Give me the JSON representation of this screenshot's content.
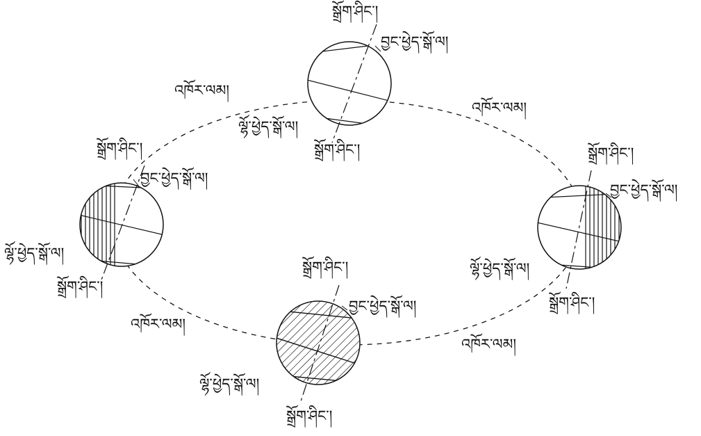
{
  "labels": {
    "axis": "སྒྲོག་ཤིང་།",
    "north_tropic": "བྱང་ཕྱེད་སྒོ་ལ།",
    "south_tropic": "ལྷོ་ཕྱེད་སྒོ་ལ།",
    "orbit": "འཁོར་ལམ།"
  },
  "colors": {
    "stroke": "#111111",
    "background": "#ffffff"
  }
}
